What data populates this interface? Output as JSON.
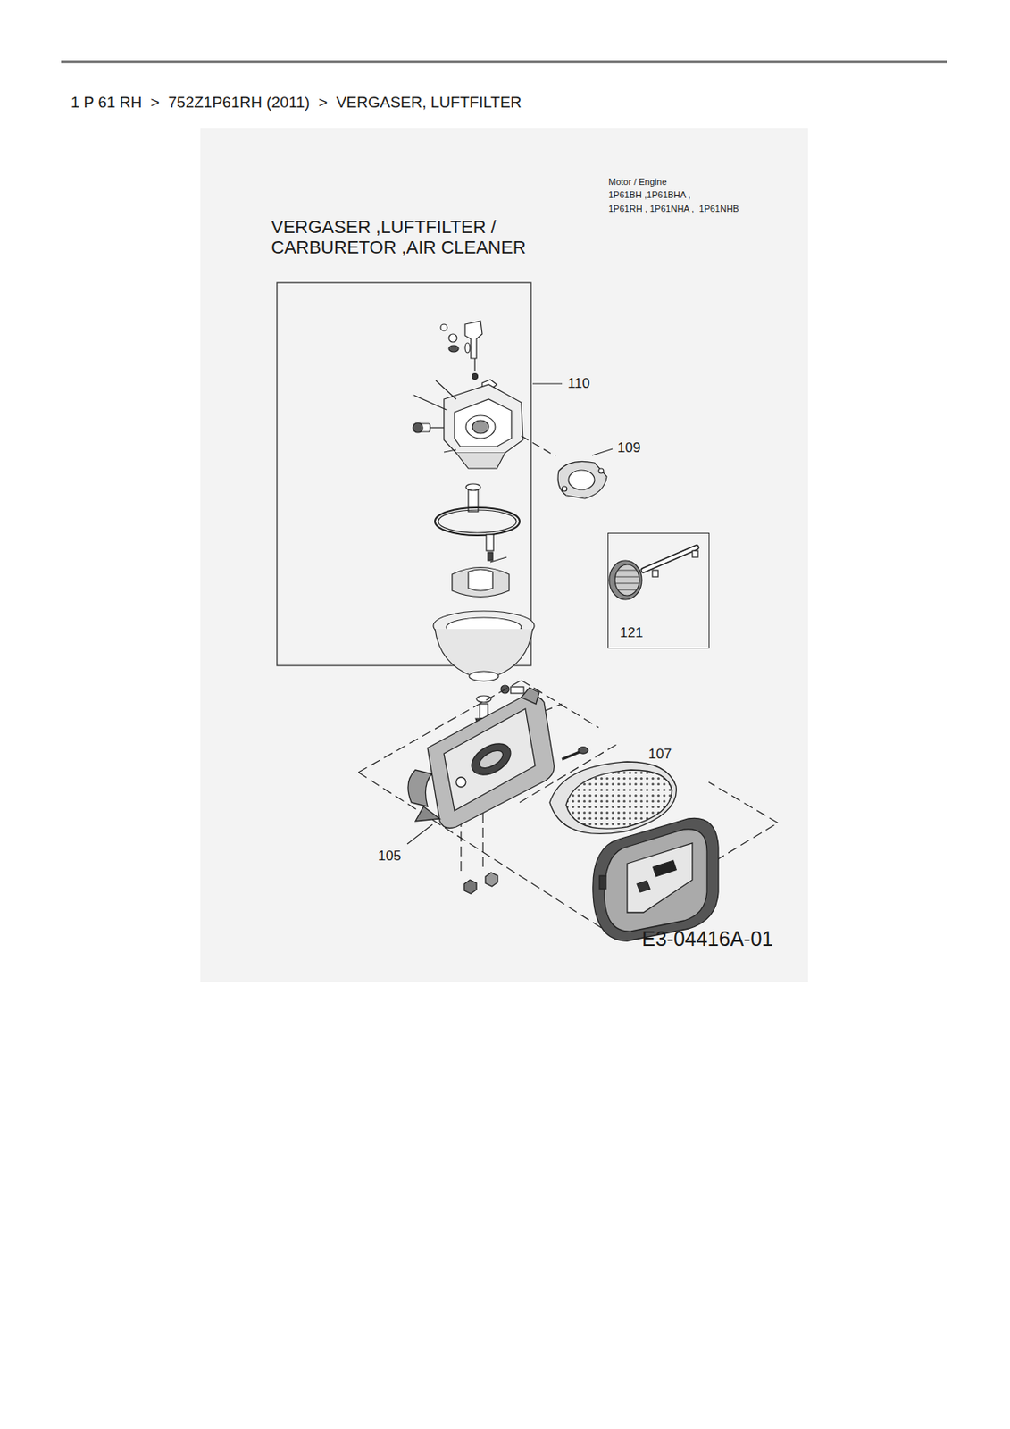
{
  "diagram": {
    "title": "1 P 61 RH  >  752Z1P61RH (2011)  >  VERGASER, LUFTFILTER",
    "nodes": [
      {
        "text": [
          "121"
        ]
      }
    ],
    "labels": [
      "Motor / Engine",
      "1P61BH ,1P61BHA ,",
      "1P61RH , 1P61NHA ,  1P61NHB",
      "VERGASER ,LUFTFILTER / CARBURETOR ,AIR CLEANER",
      "110",
      "109",
      "107",
      "105",
      "E3-04416A-01"
    ]
  }
}
